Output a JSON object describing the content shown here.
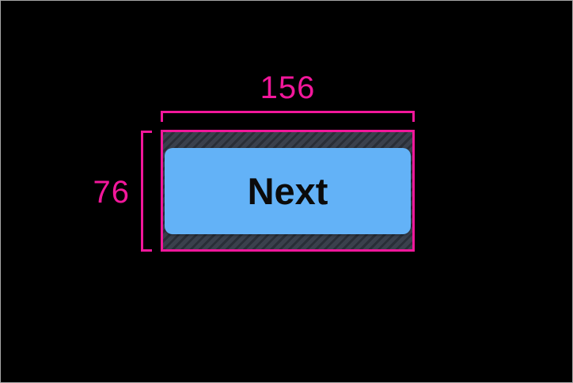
{
  "window": {
    "background": "#000000",
    "frame_border": "#A6A6A6"
  },
  "measurements": {
    "width": "156",
    "height": "76"
  },
  "annotation": {
    "color": "#F2179B"
  },
  "button": {
    "label": "Next",
    "fill": "#63B2F7",
    "text_color": "#0B0B0B"
  },
  "hatch": {
    "base": "#3A404C",
    "stripe": "#292E37"
  }
}
